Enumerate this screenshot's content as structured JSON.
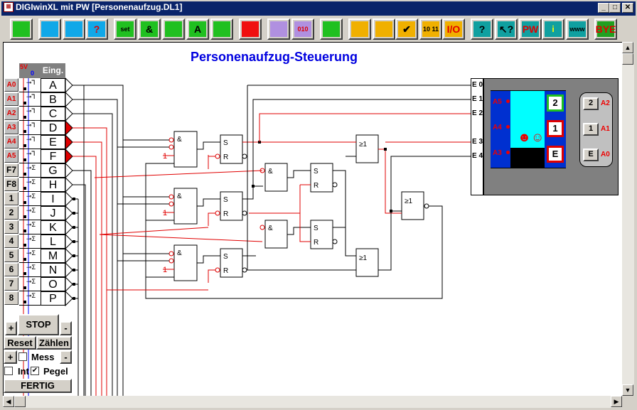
{
  "window": {
    "title": "DIGIwinXL mit PW  [Personenaufzug.DL1]",
    "minimize": "_",
    "maximize": "□",
    "close": "✕"
  },
  "toolbar": [
    {
      "name": "new-file",
      "icon": "page-icon",
      "bg": "#20c020",
      "label": ""
    },
    {
      "name": "open-file",
      "icon": "folder-up-icon",
      "bg": "#10a8e8",
      "label": ""
    },
    {
      "name": "save-file",
      "icon": "folder-down-icon",
      "bg": "#10a8e8",
      "label": ""
    },
    {
      "name": "save-as",
      "icon": "folder-question-icon",
      "bg": "#10a8e8",
      "label": "?"
    },
    {
      "name": "set-switch",
      "icon": "set-icon",
      "bg": "#20c020",
      "label": "set"
    },
    {
      "name": "and-gate",
      "icon": "and-gate-icon",
      "bg": "#20c020",
      "label": "&"
    },
    {
      "name": "wire",
      "icon": "wire-icon",
      "bg": "#20c020",
      "label": ""
    },
    {
      "name": "output",
      "icon": "letter-a-icon",
      "bg": "#20c020",
      "label": "A"
    },
    {
      "name": "pulse",
      "icon": "pulse-icon",
      "bg": "#20c020",
      "label": ""
    },
    {
      "name": "exit-run",
      "icon": "running-man-icon",
      "bg": "#f01010",
      "label": ""
    },
    {
      "name": "zoom-signal",
      "icon": "magnifier-pulse-icon",
      "bg": "#b090e0",
      "label": ""
    },
    {
      "name": "zoom-binary",
      "icon": "magnifier-binary-icon",
      "bg": "#b090e0",
      "label": "010"
    },
    {
      "name": "print",
      "icon": "printer-icon",
      "bg": "#20c020",
      "label": ""
    },
    {
      "name": "clear",
      "icon": "cross-box-icon",
      "bg": "#f0b000",
      "label": ""
    },
    {
      "name": "download",
      "icon": "download-icon",
      "bg": "#f0b000",
      "label": ""
    },
    {
      "name": "check",
      "icon": "checkmark-icon",
      "bg": "#f0b000",
      "label": "✔"
    },
    {
      "name": "truth-table",
      "icon": "truth-table-icon",
      "bg": "#f0b000",
      "label": "10 11"
    },
    {
      "name": "io",
      "icon": "io-icon",
      "bg": "#f0b000",
      "label": "I/O"
    },
    {
      "name": "help",
      "icon": "question-icon",
      "bg": "#10a0a0",
      "label": "?"
    },
    {
      "name": "context-help",
      "icon": "pointer-question-icon",
      "bg": "#10a0a0",
      "label": "↖?"
    },
    {
      "name": "pw",
      "icon": "pw-icon",
      "bg": "#10a0a0",
      "label": "PW"
    },
    {
      "name": "info",
      "icon": "info-icon",
      "bg": "#10a0a0",
      "label": "i"
    },
    {
      "name": "www",
      "icon": "globe-icon",
      "bg": "#10a0a0",
      "label": "www"
    },
    {
      "name": "bye",
      "icon": "bye-icon",
      "bg": "#20a020",
      "label": "BYE"
    }
  ],
  "canvas": {
    "heading": "Personenaufzug-Steuerung"
  },
  "inputs": {
    "header": {
      "v5": "5V",
      "zero": "0",
      "eing": "Eing."
    },
    "rows": [
      {
        "key": "A0",
        "letter": "A",
        "active": false
      },
      {
        "key": "A1",
        "letter": "B",
        "active": false
      },
      {
        "key": "A2",
        "letter": "C",
        "active": false
      },
      {
        "key": "A3",
        "letter": "D",
        "active": true
      },
      {
        "key": "A4",
        "letter": "E",
        "active": true
      },
      {
        "key": "A5",
        "letter": "F",
        "active": true
      },
      {
        "key": "F7",
        "letter": "G",
        "active": false
      },
      {
        "key": "F8",
        "letter": "H",
        "active": false
      },
      {
        "key": "1",
        "letter": "I",
        "active": false
      },
      {
        "key": "2",
        "letter": "J",
        "active": false
      },
      {
        "key": "3",
        "letter": "K",
        "active": false
      },
      {
        "key": "4",
        "letter": "L",
        "active": false
      },
      {
        "key": "5",
        "letter": "M",
        "active": false
      },
      {
        "key": "6",
        "letter": "N",
        "active": false
      },
      {
        "key": "7",
        "letter": "O",
        "active": false
      },
      {
        "key": "8",
        "letter": "P",
        "active": false
      }
    ]
  },
  "controls": {
    "plus": "+",
    "stop": "STOP",
    "minus": "-",
    "reset": "Reset",
    "zaehlen": "Zählen",
    "mess": "Mess",
    "mess_checked": false,
    "int": "Int",
    "int_checked": false,
    "pegel": "Pegel",
    "pegel_checked": true,
    "fertig": "FERTIG"
  },
  "gates": {
    "and": "&",
    "or": "≥1",
    "set": "S",
    "reset": "R",
    "one": "1"
  },
  "elevator": {
    "inputs": [
      "E 0",
      "E 1",
      "E 2",
      "E 3",
      "E 4"
    ],
    "floor_lamps": [
      "A5",
      "A4",
      "A3"
    ],
    "floor_indicators": [
      "2",
      "1",
      "E"
    ],
    "indicator_colors": [
      "#20c020",
      "#e00000",
      "#e00000"
    ],
    "call_buttons": [
      {
        "label": "2",
        "output": "A2"
      },
      {
        "label": "1",
        "output": "A1"
      },
      {
        "label": "E",
        "output": "A0"
      }
    ]
  },
  "colors": {
    "active_wire": "#e00000",
    "wire": "#000000",
    "heading": "#0000e0",
    "titlebar": "#0a246a"
  }
}
